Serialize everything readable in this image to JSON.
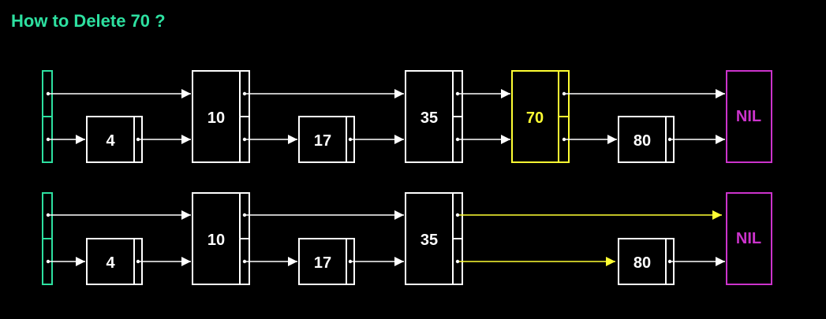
{
  "title": "How to Delete 70 ?",
  "colors": {
    "background": "#000000",
    "title": "#2de0a0",
    "header": "#2de0a0",
    "node": "#ffffff",
    "highlight": "#ffff33",
    "nil": "#cc33cc"
  },
  "labels": {
    "top_4": "4",
    "top_10": "10",
    "top_17": "17",
    "top_35": "35",
    "top_70": "70",
    "top_80": "80",
    "top_nil": "NIL",
    "bot_4": "4",
    "bot_10": "10",
    "bot_17": "17",
    "bot_35": "35",
    "bot_80": "80",
    "bot_nil": "NIL"
  }
}
